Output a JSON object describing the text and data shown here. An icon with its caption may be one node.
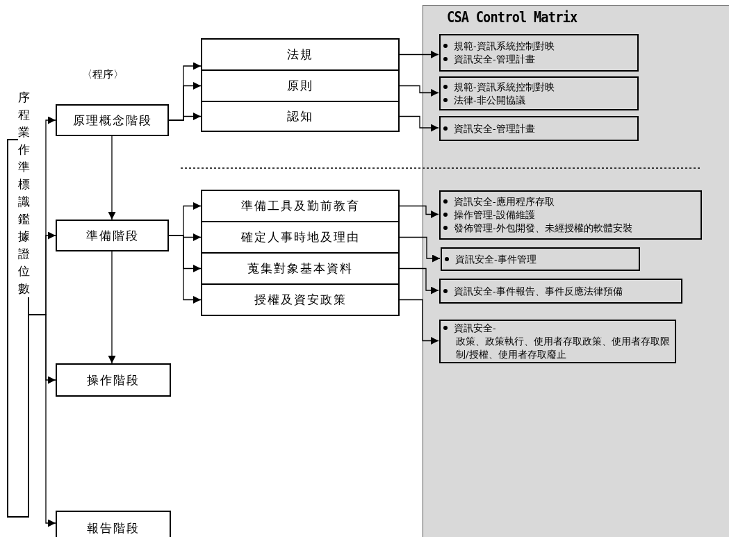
{
  "diagram": {
    "nodes": [
      {
        "text": [
          "序程業作準標識鑑據證位數"
        ]
      },
      {
        "text": [
          "原理概念階段"
        ]
      },
      {
        "text": [
          "準備階段"
        ]
      },
      {
        "text": [
          "操作階段"
        ]
      },
      {
        "text": [
          "報告階段"
        ]
      },
      {
        "text": [
          "法規"
        ]
      },
      {
        "text": [
          "原則"
        ]
      },
      {
        "text": [
          "認知"
        ]
      },
      {
        "text": [
          "準備工具及勤前教育"
        ]
      },
      {
        "text": [
          "確定人事時地及理由"
        ]
      },
      {
        "text": [
          "蒐集對象基本資料"
        ]
      },
      {
        "text": [
          "授權及資安政策"
        ]
      },
      {
        "text": [
          "CSA Control Matrix"
        ]
      },
      {
        "text": [
          "規範-資訊系統控制對映",
          "資訊安全-管理計畫"
        ],
        "in": 12
      },
      {
        "text": [
          "規範-資訊系統控制對映",
          "法律-非公開協議"
        ],
        "in": 12
      },
      {
        "text": [
          "資訊安全-管理計畫"
        ],
        "in": 12
      },
      {
        "text": [
          "資訊安全-應用程序存取",
          "操作管理-設備維護",
          "發佈管理-外包開發、未經授權的軟體安裝"
        ],
        "in": 12
      },
      {
        "text": [
          "資訊安全-事件管理"
        ],
        "in": 12
      },
      {
        "text": [
          "資訊安全-事件報告、事件反應法律預備"
        ],
        "in": 12
      },
      {
        "text": [
          "資訊安全-",
          "政策、政策執行、使用者存取政策、使用者存取限制/授權、使用者存取廢止"
        ],
        "in": 12
      }
    ],
    "edges": [
      {
        "from": 0,
        "to": 1,
        "arrow": "to"
      },
      {
        "from": 0,
        "to": 2,
        "arrow": "to"
      },
      {
        "from": 0,
        "to": 3,
        "arrow": "to"
      },
      {
        "from": 0,
        "to": 4,
        "arrow": "to"
      },
      {
        "from": 1,
        "to": 2,
        "arrow": "to"
      },
      {
        "from": 2,
        "to": 3,
        "arrow": "to"
      },
      {
        "from": 1,
        "to": 5,
        "arrow": "to"
      },
      {
        "from": 1,
        "to": 6,
        "arrow": "to"
      },
      {
        "from": 1,
        "to": 7,
        "arrow": "to"
      },
      {
        "from": 2,
        "to": 8,
        "arrow": "to"
      },
      {
        "from": 2,
        "to": 9,
        "arrow": "to"
      },
      {
        "from": 2,
        "to": 10,
        "arrow": "to"
      },
      {
        "from": 2,
        "to": 11,
        "arrow": "to"
      },
      {
        "from": 5,
        "to": 13,
        "arrow": "to"
      },
      {
        "from": 6,
        "to": 14,
        "arrow": "to"
      },
      {
        "from": 7,
        "to": 15,
        "arrow": "to"
      },
      {
        "from": 8,
        "to": 16,
        "arrow": "to"
      },
      {
        "from": 9,
        "to": 17,
        "arrow": "to"
      },
      {
        "from": 10,
        "to": 18,
        "arrow": "to"
      },
      {
        "from": 11,
        "to": 19,
        "arrow": "to"
      }
    ],
    "labels": [
      "〈程序〉"
    ]
  }
}
